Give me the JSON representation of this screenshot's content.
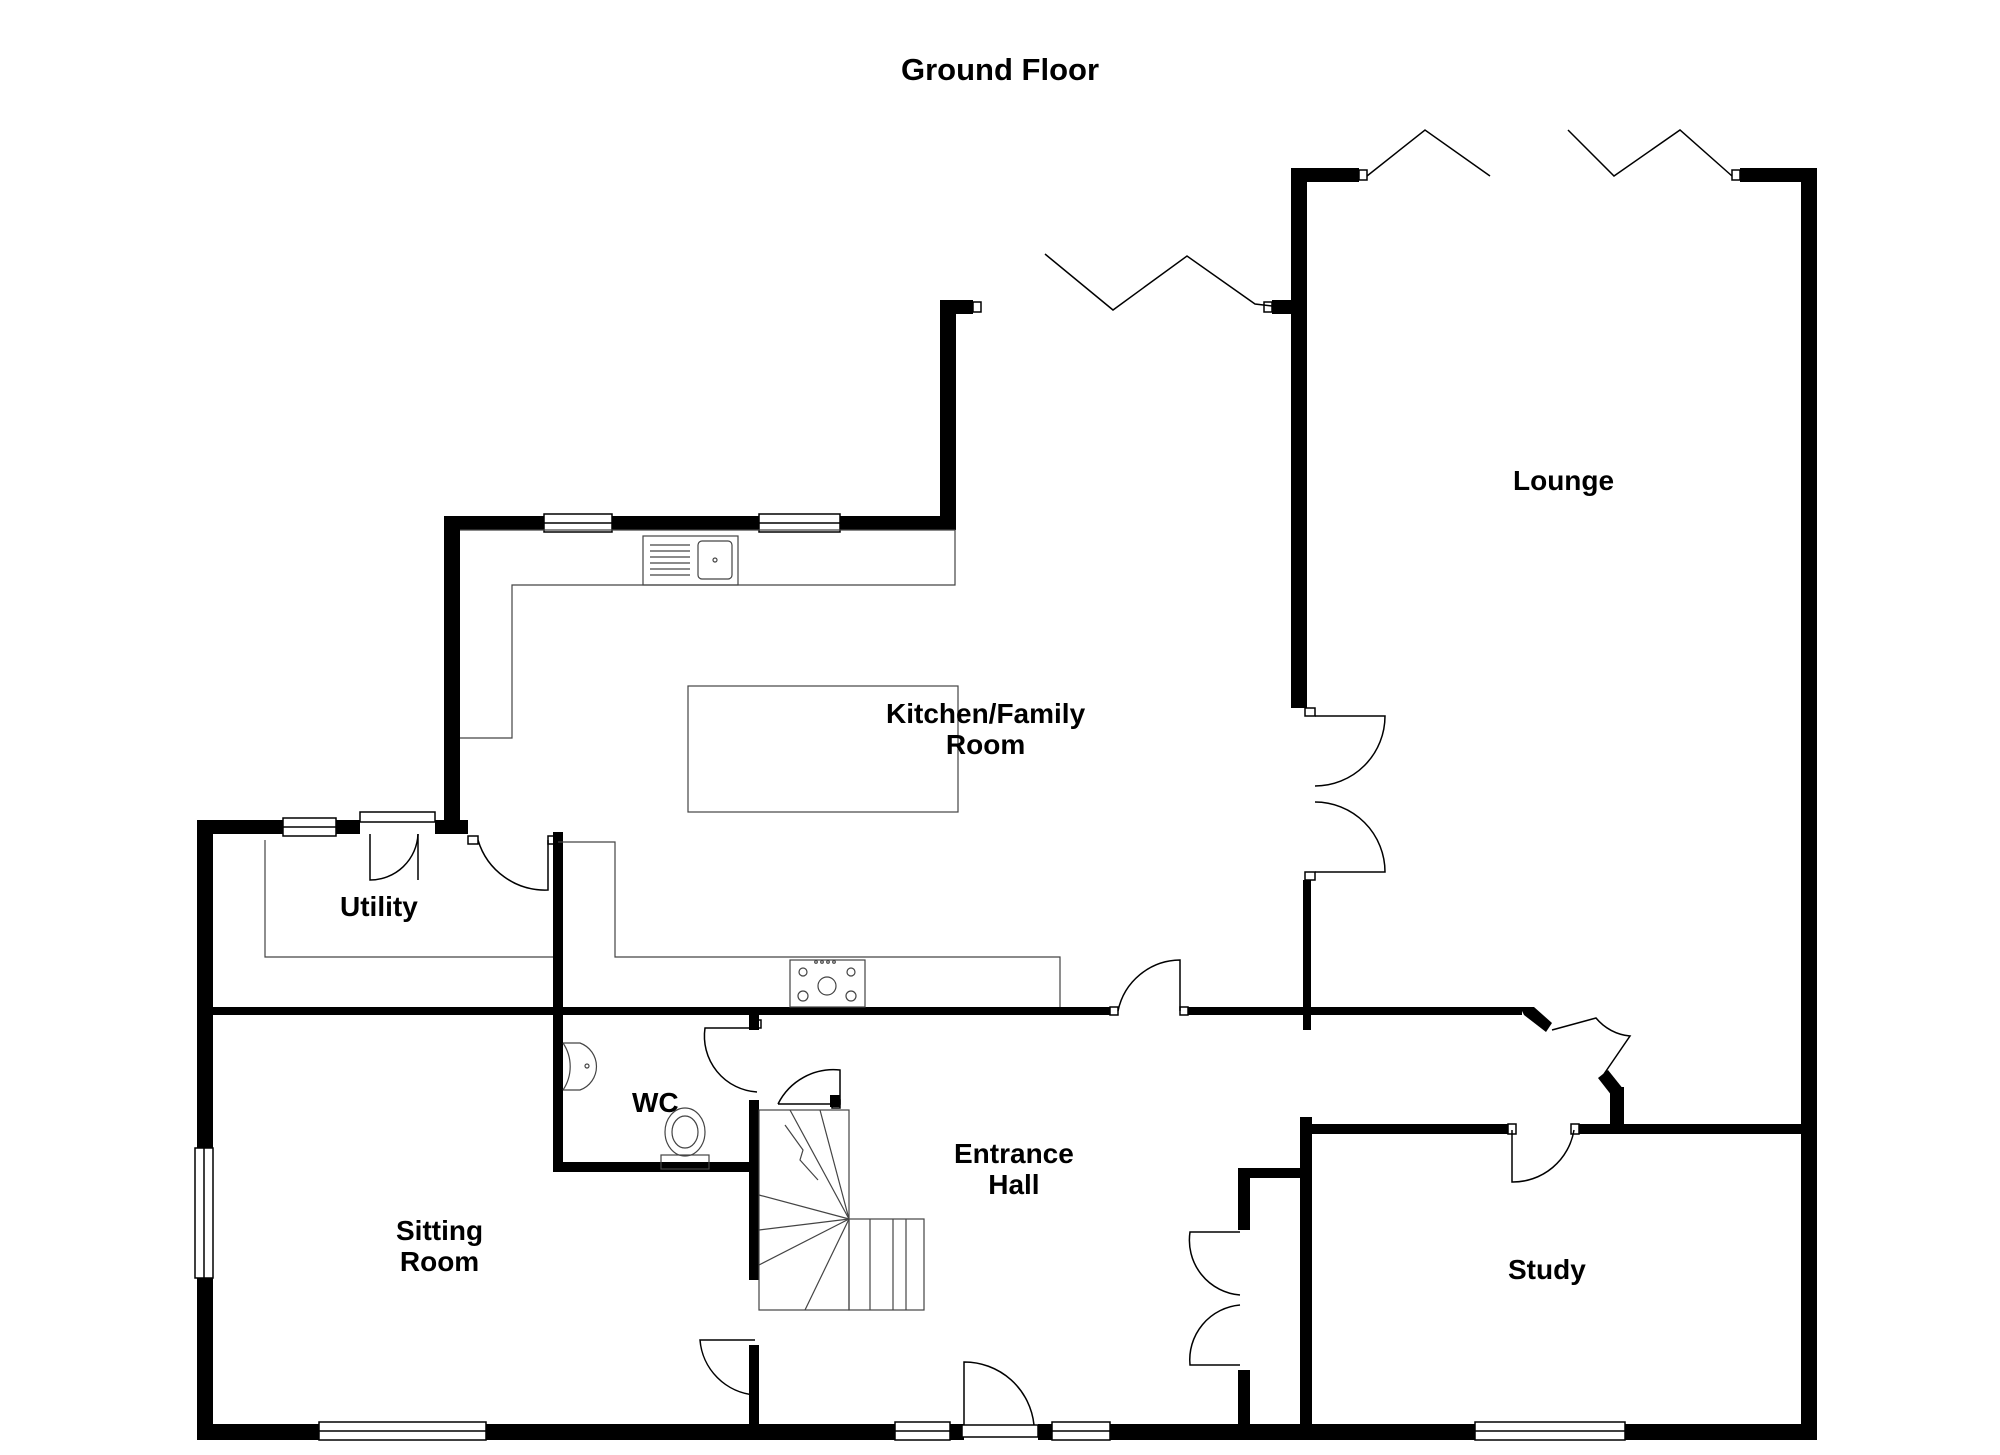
{
  "title": "Ground Floor",
  "rooms": {
    "lounge": "Lounge",
    "kitchen_1": "Kitchen/Family",
    "kitchen_2": "Room",
    "utility": "Utility",
    "wc": "WC",
    "entrance_1": "Entrance",
    "entrance_2": "Hall",
    "sitting_1": "Sitting",
    "sitting_2": "Room",
    "study": "Study"
  },
  "colors": {
    "wall": "#000000",
    "fixture": "#444444",
    "background": "#ffffff"
  }
}
